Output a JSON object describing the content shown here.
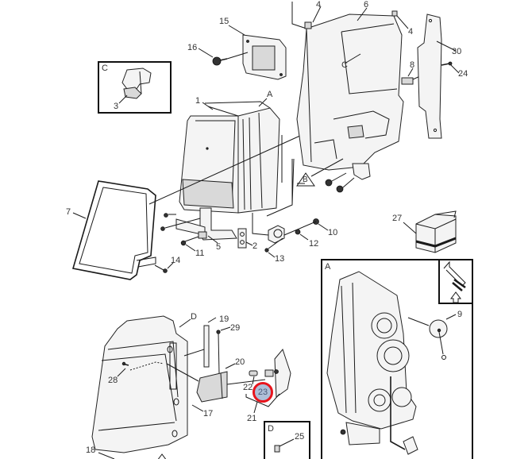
{
  "diagram": {
    "title": "Headlamp and lamp housing assembly — exploded parts diagram",
    "highlight_color": "#e8141c",
    "highlight_fill": "#aebfd8",
    "highlighted_part": "23",
    "callouts": {
      "c1": "1",
      "c2": "2",
      "c3": "3",
      "c4a": "4",
      "c4b": "4",
      "c5": "5",
      "c6": "6",
      "c7": "7",
      "c8": "8",
      "c9": "9",
      "c10": "10",
      "c11": "11",
      "c12": "12",
      "c13": "13",
      "c14": "14",
      "c15": "15",
      "c16": "16",
      "c17": "17",
      "c18": "18",
      "c19": "19",
      "c20": "20",
      "c21": "21",
      "c22": "22",
      "c23": "23",
      "c24": "24",
      "c25": "25",
      "c27": "27",
      "c28": "28",
      "c29": "29",
      "c30": "30"
    },
    "detail_refs": {
      "a_on_lamp": "A",
      "c_on_bracket": "C",
      "d_on_cover": "D",
      "b_triangle": "B"
    },
    "insets": {
      "c": {
        "label": "C",
        "parts": [
          "3"
        ]
      },
      "a": {
        "label": "A",
        "parts": [
          "9"
        ]
      },
      "d": {
        "label": "D",
        "parts": [
          "25"
        ]
      }
    }
  }
}
